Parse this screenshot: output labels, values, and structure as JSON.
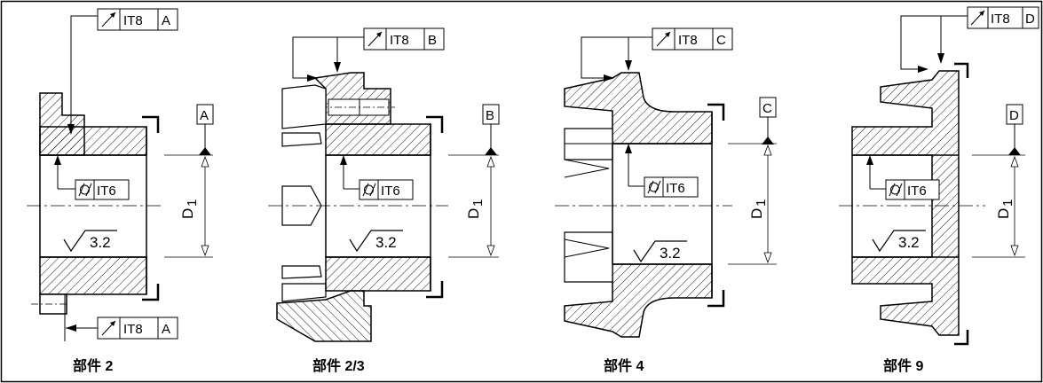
{
  "parts": [
    {
      "label": "部件 2",
      "datum": "A",
      "top_fcf": {
        "symbol": "circular-runout",
        "grade": "IT8",
        "datum": "A"
      },
      "bottom_fcf": {
        "symbol": "circular-runout",
        "grade": "IT8",
        "datum": "A"
      },
      "bore_fcf": {
        "symbol": "cylindricity",
        "grade": "IT6"
      },
      "roughness": "3.2",
      "dimension": "D",
      "dimension_sub": "1"
    },
    {
      "label": "部件 2/3",
      "datum": "B",
      "top_fcf": {
        "symbol": "circular-runout",
        "grade": "IT8",
        "datum": "B"
      },
      "bore_fcf": {
        "symbol": "cylindricity",
        "grade": "IT6"
      },
      "roughness": "3.2",
      "dimension": "D",
      "dimension_sub": "1"
    },
    {
      "label": "部件 4",
      "datum": "C",
      "top_fcf": {
        "symbol": "circular-runout",
        "grade": "IT8",
        "datum": "C"
      },
      "bore_fcf": {
        "symbol": "cylindricity",
        "grade": "IT6"
      },
      "roughness": "3.2",
      "dimension": "D",
      "dimension_sub": "1"
    },
    {
      "label": "部件 9",
      "datum": "D",
      "top_fcf": {
        "symbol": "circular-runout",
        "grade": "IT8",
        "datum": "D"
      },
      "bore_fcf": {
        "symbol": "cylindricity",
        "grade": "IT6"
      },
      "roughness": "3.2",
      "dimension": "D",
      "dimension_sub": "1"
    }
  ]
}
